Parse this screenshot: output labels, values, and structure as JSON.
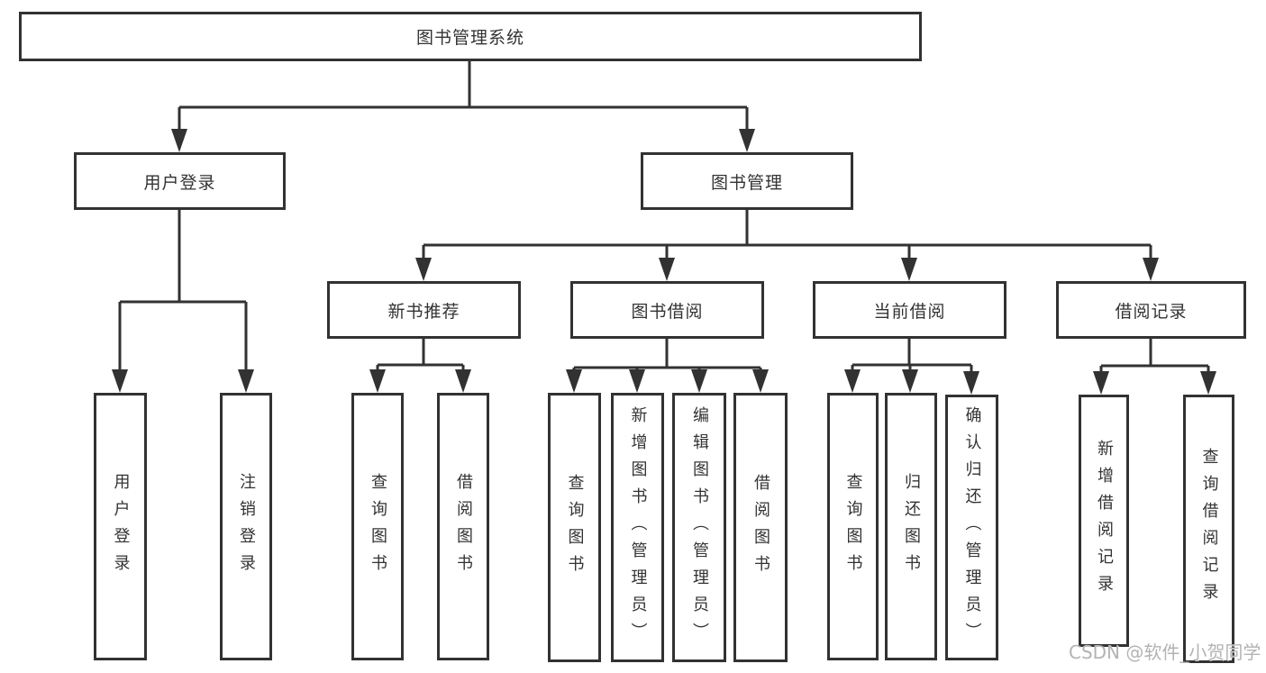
{
  "nodes": {
    "root": {
      "label": "图书管理系统"
    },
    "user_login": {
      "label": "用户登录"
    },
    "book_management": {
      "label": "图书管理"
    },
    "new_book_recommend": {
      "label": "新书推荐"
    },
    "book_borrow": {
      "label": "图书借阅"
    },
    "current_borrow": {
      "label": "当前借阅"
    },
    "borrow_record": {
      "label": "借阅记录"
    },
    "ul_user_login": {
      "label": "用户登录"
    },
    "ul_logout": {
      "label": "注销登录"
    },
    "nr_query_book": {
      "label": "查询图书"
    },
    "nr_borrow_book": {
      "label": "借阅图书"
    },
    "bb_query_book": {
      "label": "查询图书"
    },
    "bb_add_book": {
      "label": "新增图书（管理员）"
    },
    "bb_edit_book": {
      "label": "编辑图书（管理员）"
    },
    "bb_borrow_book": {
      "label": "借阅图书"
    },
    "cb_query_book": {
      "label": "查询图书"
    },
    "cb_return_book": {
      "label": "归还图书"
    },
    "cb_confirm_return": {
      "label": "确认归还（管理员）"
    },
    "br_add_record": {
      "label": "新增借阅记录"
    },
    "br_query_record": {
      "label": "查询借阅记录"
    }
  },
  "edges": [
    [
      "root",
      "user_login"
    ],
    [
      "root",
      "book_management"
    ],
    [
      "user_login",
      "ul_user_login"
    ],
    [
      "user_login",
      "ul_logout"
    ],
    [
      "book_management",
      "new_book_recommend"
    ],
    [
      "book_management",
      "book_borrow"
    ],
    [
      "book_management",
      "current_borrow"
    ],
    [
      "book_management",
      "borrow_record"
    ],
    [
      "new_book_recommend",
      "nr_query_book"
    ],
    [
      "new_book_recommend",
      "nr_borrow_book"
    ],
    [
      "book_borrow",
      "bb_query_book"
    ],
    [
      "book_borrow",
      "bb_add_book"
    ],
    [
      "book_borrow",
      "bb_edit_book"
    ],
    [
      "book_borrow",
      "bb_borrow_book"
    ],
    [
      "current_borrow",
      "cb_query_book"
    ],
    [
      "current_borrow",
      "cb_return_book"
    ],
    [
      "current_borrow",
      "cb_confirm_return"
    ],
    [
      "borrow_record",
      "br_add_record"
    ],
    [
      "borrow_record",
      "br_query_record"
    ]
  ],
  "watermark": {
    "text": "CSDN @软件_小贺同学"
  },
  "colors": {
    "line": "#323232",
    "text": "#333333",
    "watermark": "#b3b3b3",
    "background": "#ffffff"
  }
}
